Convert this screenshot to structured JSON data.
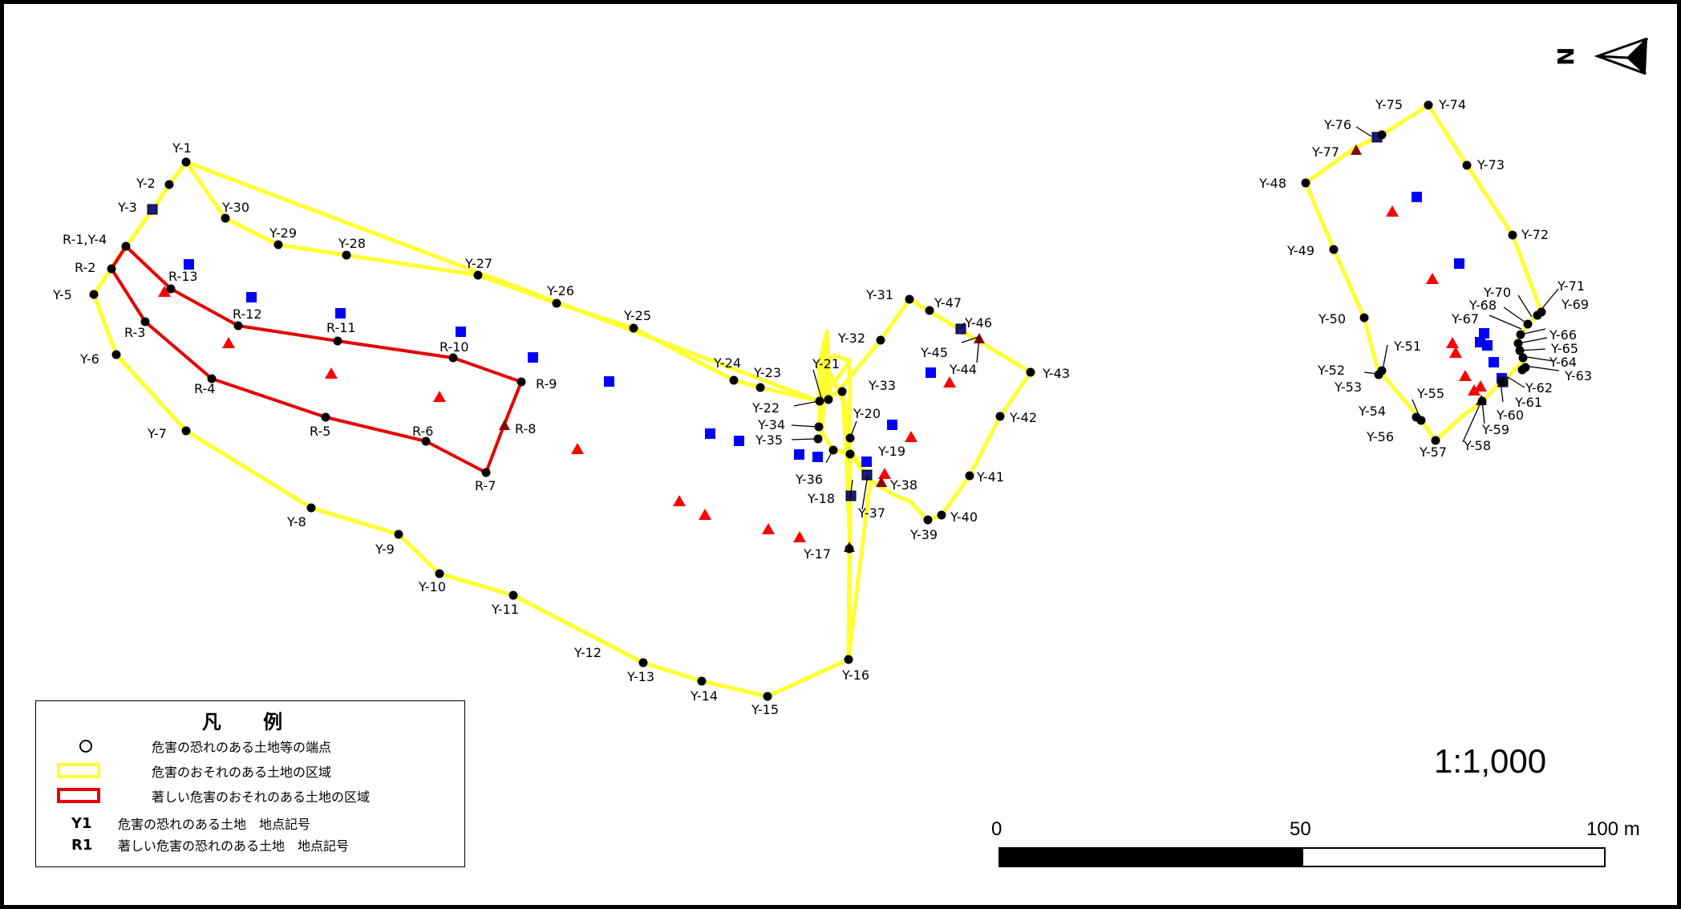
{
  "legend": {
    "title": "凡 例",
    "items": [
      {
        "symbol": "circle",
        "label": "危害の恐れのある土地等の端点"
      },
      {
        "symbol": "yellow-rect",
        "label": "危害のおそれのある土地の区域"
      },
      {
        "symbol": "red-rect",
        "label": "著しい危害のおそれのある土地の区域"
      },
      {
        "symbol": "code",
        "code": "Y1",
        "label": "危害の恐れのある土地　地点記号"
      },
      {
        "symbol": "code",
        "code": "R1",
        "label": "著しい危害の恐れのある土地　地点記号"
      }
    ]
  },
  "scale": {
    "ratio": "1:1,000",
    "ticks": [
      "0",
      "50",
      "100 m"
    ]
  },
  "north_arrow": {
    "label": "N"
  },
  "colors": {
    "yellow_zone": "#FFFF33",
    "red_zone": "#E60000",
    "blue_square": "#0000FF",
    "red_triangle": "#FF0000",
    "point": "#000000"
  },
  "point_labels": {
    "Y1": "Y-1",
    "Y2": "Y-2",
    "Y3": "Y-3",
    "R1Y4": "R-1,Y-4",
    "Y5": "Y-5",
    "Y6": "Y-6",
    "Y7": "Y-7",
    "Y8": "Y-8",
    "Y9": "Y-9",
    "Y10": "Y-10",
    "Y11": "Y-11",
    "Y12": "Y-12",
    "Y13": "Y-13",
    "Y14": "Y-14",
    "Y15": "Y-15",
    "Y16": "Y-16",
    "Y17": "Y-17",
    "Y18": "Y-18",
    "Y19": "Y-19",
    "Y20": "Y-20",
    "Y21": "Y-21",
    "Y22": "Y-22",
    "Y23": "Y-23",
    "Y24": "Y-24",
    "Y25": "Y-25",
    "Y26": "Y-26",
    "Y27": "Y-27",
    "Y28": "Y-28",
    "Y29": "Y-29",
    "Y30": "Y-30",
    "Y31": "Y-31",
    "Y32": "Y-32",
    "Y33": "Y-33",
    "Y34": "Y-34",
    "Y35": "Y-35",
    "Y36": "Y-36",
    "Y37": "Y-37",
    "Y38": "Y-38",
    "Y39": "Y-39",
    "Y40": "Y-40",
    "Y41": "Y-41",
    "Y42": "Y-42",
    "Y43": "Y-43",
    "Y44": "Y-44",
    "Y45": "Y-45",
    "Y46": "Y-46",
    "Y47": "Y-47",
    "Y48": "Y-48",
    "Y49": "Y-49",
    "Y50": "Y-50",
    "Y51": "Y-51",
    "Y52": "Y-52",
    "Y53": "Y-53",
    "Y54": "Y-54",
    "Y55": "Y-55",
    "Y56": "Y-56",
    "Y57": "Y-57",
    "Y58": "Y-58",
    "Y59": "Y-59",
    "Y60": "Y-60",
    "Y61": "Y-61",
    "Y62": "Y-62",
    "Y63": "Y-63",
    "Y64": "Y-64",
    "Y65": "Y-65",
    "Y66": "Y-66",
    "Y67": "Y-67",
    "Y68": "Y-68",
    "Y69": "Y-69",
    "Y70": "Y-70",
    "Y71": "Y-71",
    "Y72": "Y-72",
    "Y73": "Y-73",
    "Y74": "Y-74",
    "Y75": "Y-75",
    "Y76": "Y-76",
    "Y77": "Y-77",
    "R2": "R-2",
    "R3": "R-3",
    "R4": "R-4",
    "R5": "R-5",
    "R6": "R-6",
    "R7": "R-7",
    "R8": "R-8",
    "R9": "R-9",
    "R10": "R-10",
    "R11": "R-11",
    "R12": "R-12",
    "R13": "R-13"
  }
}
